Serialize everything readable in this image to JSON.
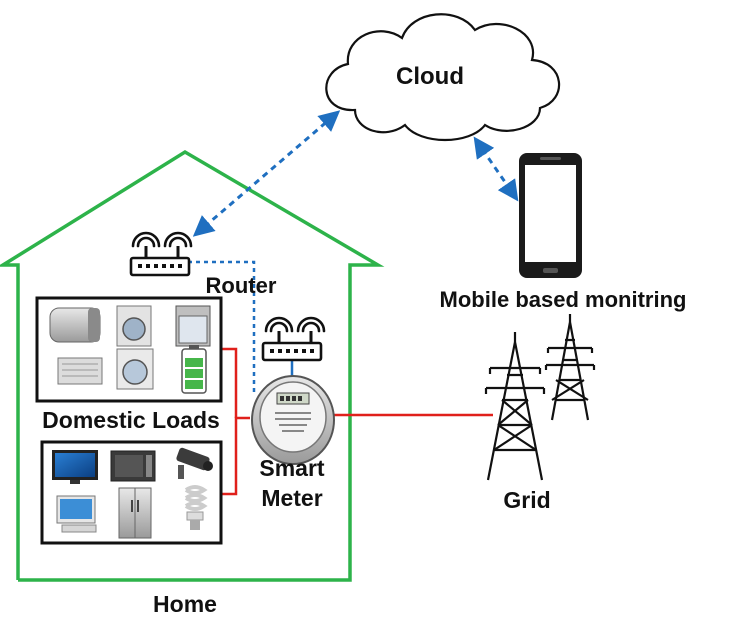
{
  "labels": {
    "cloud": "Cloud",
    "router": "Router",
    "mobile": "Mobile based monitring",
    "domestic_loads": "Domestic Loads",
    "smart_meter_line1": "Smart",
    "smart_meter_line2": "Meter",
    "grid": "Grid",
    "home": "Home"
  },
  "colors": {
    "house_outline": "#2db34a",
    "power_line": "#e0201b",
    "data_link": "#1f6fc0",
    "text": "#111111"
  },
  "appliances": {
    "top_panel": [
      "water-heater",
      "washing-machine",
      "dishwasher",
      "air-conditioner",
      "front-load-washer",
      "battery"
    ],
    "bottom_panel": [
      "television",
      "microwave-oven",
      "security-camera",
      "desktop-computer",
      "refrigerator",
      "cfl-bulb"
    ]
  }
}
